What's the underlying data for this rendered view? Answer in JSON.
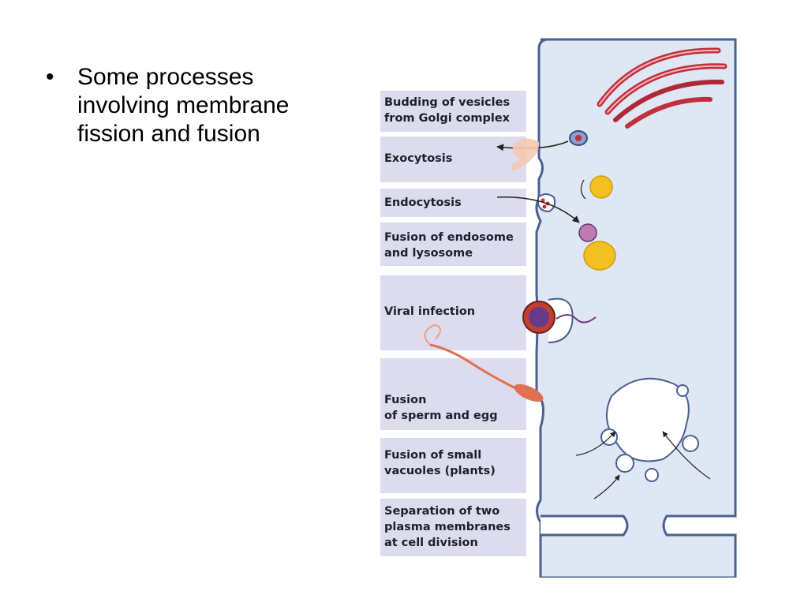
{
  "bullet": {
    "text": "Some processes\ninvolving membrane\nfission and fusion"
  },
  "diagram": {
    "labels": [
      "Budding of vesicles\nfrom Golgi complex",
      "Exocytosis",
      "Endocytosis",
      "Fusion of endosome\nand lysosome",
      "Viral infection",
      "Fusion\nof sperm and egg",
      "Fusion of small\nvacuoles (plants)",
      "Separation of two\nplasma membranes\nat cell division"
    ],
    "colors": {
      "panel": "#dcdcee",
      "cytoplasm": "#dfe6f4",
      "membrane": "#4a6090",
      "golgi": "#c0303a",
      "lysosome": "#f2c020",
      "sperm": "#e07050"
    }
  }
}
